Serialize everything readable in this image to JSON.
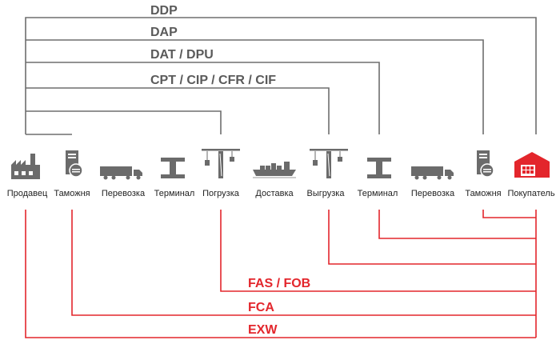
{
  "terms_buyer_side": [
    {
      "label": "DDP"
    },
    {
      "label": "DAP"
    },
    {
      "label": "DAT / DPU"
    },
    {
      "label": "CPT / CIP / CFR / CIF"
    }
  ],
  "terms_seller_side": [
    {
      "label": "FAS / FOB"
    },
    {
      "label": "FCA"
    },
    {
      "label": "EXW"
    }
  ],
  "stages": [
    {
      "label": "Продавец",
      "icon": "factory-icon"
    },
    {
      "label": "Таможня",
      "icon": "customs-icon"
    },
    {
      "label": "Перевозка",
      "icon": "truck-icon"
    },
    {
      "label": "Терминал",
      "icon": "terminal-icon"
    },
    {
      "label": "Погрузка",
      "icon": "crane-icon"
    },
    {
      "label": "Доставка",
      "icon": "ship-icon"
    },
    {
      "label": "Выгрузка",
      "icon": "crane-icon"
    },
    {
      "label": "Терминал",
      "icon": "terminal-icon"
    },
    {
      "label": "Перевозка",
      "icon": "truck-icon"
    },
    {
      "label": "Таможня",
      "icon": "customs-icon"
    },
    {
      "label": "Покупатель",
      "icon": "warehouse-icon"
    }
  ],
  "colors": {
    "gray": "#6e6e6e",
    "red": "#e3262c",
    "icon_gray": "#6b6b6b"
  }
}
